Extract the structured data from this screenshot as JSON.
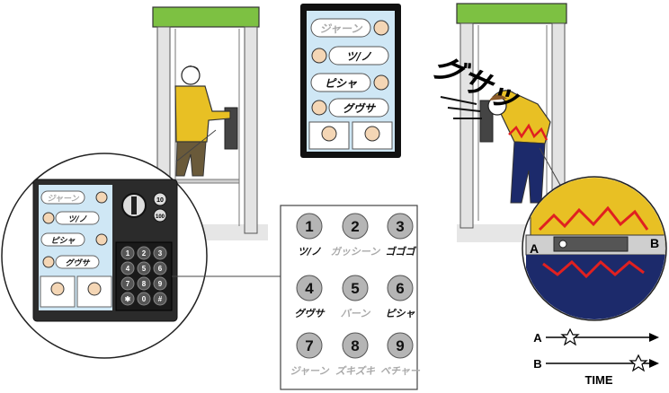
{
  "keypad_panel": {
    "keys": [
      {
        "number": "1",
        "sound": "ツ/ノ"
      },
      {
        "number": "2",
        "sound": "ガッシーン"
      },
      {
        "number": "3",
        "sound": "ゴゴゴ"
      },
      {
        "number": "4",
        "sound": "グヴサ"
      },
      {
        "number": "5",
        "sound": "バーン"
      },
      {
        "number": "6",
        "sound": "ピシャ"
      },
      {
        "number": "7",
        "sound": "ジャーン"
      },
      {
        "number": "8",
        "sound": "ズキズキ"
      },
      {
        "number": "9",
        "sound": "ベチャー"
      }
    ]
  },
  "console": {
    "slot_top": "10",
    "slot_bottom": "100",
    "keypad_digits": [
      "1",
      "2",
      "3",
      "4",
      "5",
      "6",
      "7",
      "8",
      "9",
      "✱",
      "0",
      "#"
    ],
    "screen_sounds": [
      "ジャーン",
      "ツ/ノ",
      "ピシャ",
      "グヴサ"
    ]
  },
  "large_screen": {
    "bubbles": [
      "ジャーン",
      "ツ/ノ",
      "ピシャ",
      "グヴサ"
    ]
  },
  "onomatopoeia_big": "グサッ",
  "markers": {
    "a": "A",
    "b": "B"
  },
  "timeline": {
    "row_a": "A",
    "row_b": "B",
    "axis_label": "TIME"
  },
  "colors": {
    "booth_roof": "#7dc142",
    "shirt": "#e8c024",
    "pants": "#1c2a6b",
    "screen_bg": "#cfe7f5",
    "pain": "#e02020"
  }
}
